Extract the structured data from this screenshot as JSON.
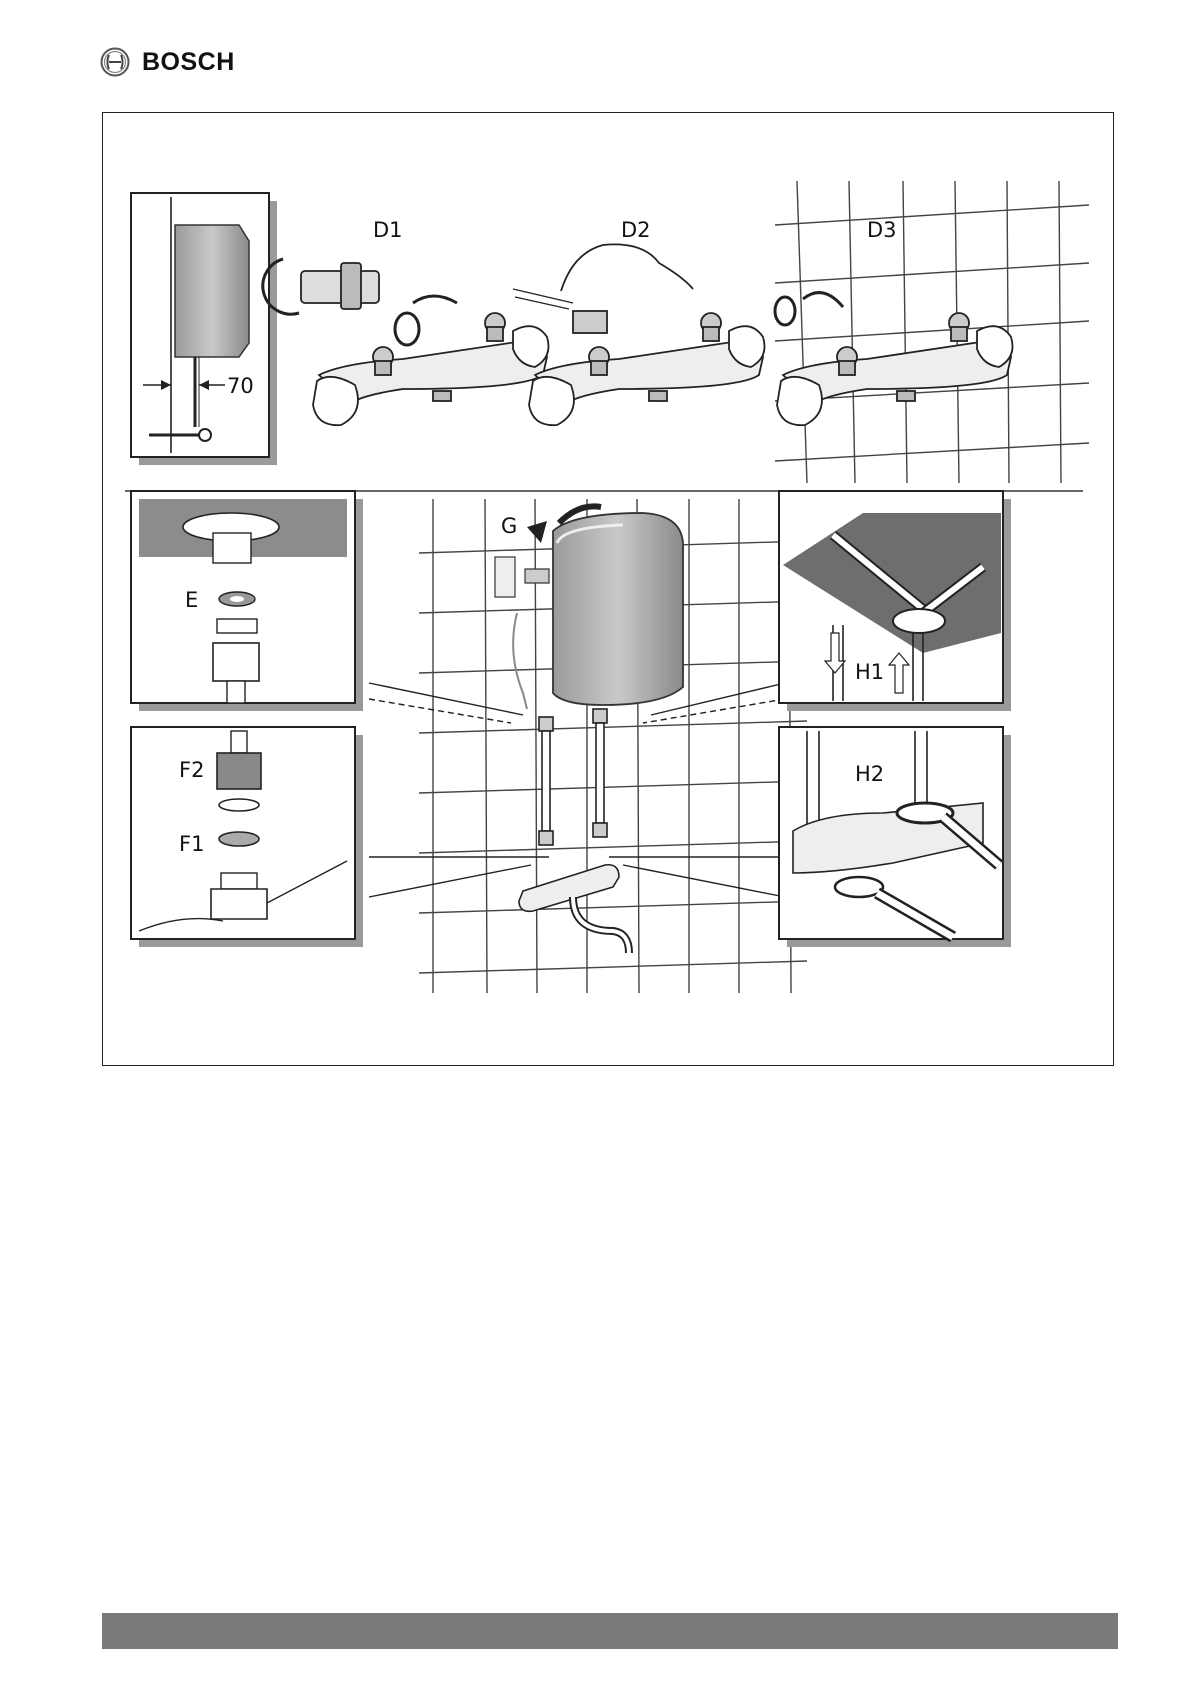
{
  "brand": {
    "name": "BOSCH",
    "logo_icon": "bosch-armature-icon"
  },
  "figure": {
    "labels": {
      "d1": "D1",
      "d2": "D2",
      "d3": "D3",
      "dimension": "70",
      "e": "E",
      "g": "G",
      "h1": "H1",
      "h2": "H2",
      "f2": "F2",
      "f1": "F1"
    }
  },
  "colors": {
    "footer_bar": "#7a7a7a",
    "shadow": "#9a9a9a",
    "panel_gray": "#8c8c8c"
  }
}
